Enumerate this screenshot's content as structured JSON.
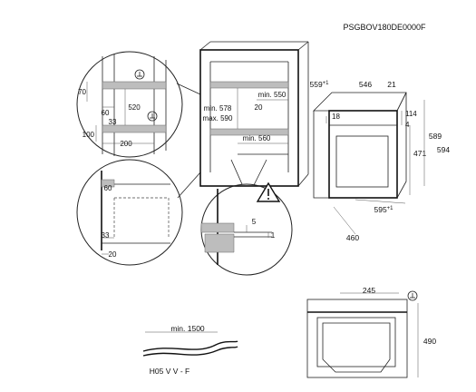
{
  "model_code": "PSGBOV180DE0000F",
  "zoom_top": {
    "d70": "70",
    "d60": "60",
    "d520": "520",
    "d33": "33",
    "d100": "100",
    "d200": "200"
  },
  "zoom_bottom": {
    "d60": "60",
    "d33": "33",
    "d20": "20"
  },
  "cabinet": {
    "min550": "min. 550",
    "d20": "20",
    "min578": "min. 578",
    "max590": "max. 590",
    "min560": "min. 560"
  },
  "detail": {
    "d5": "5",
    "d1": "1"
  },
  "oven": {
    "d559": "559",
    "d559_sup": "+1",
    "d546": "546",
    "d21": "21",
    "d18": "18",
    "d114": "114",
    "d4": "4",
    "d471": "471",
    "d589": "589",
    "d594": "594",
    "d595": "595",
    "d595_sup": "+1",
    "d460": "460"
  },
  "cable": {
    "length": "min. 1500",
    "type": "H05 V V - F"
  },
  "side_view": {
    "d245": "245",
    "d490": "490"
  },
  "icons": {
    "warning": "warning-triangle-icon",
    "ground": "ground-symbol-icon"
  }
}
